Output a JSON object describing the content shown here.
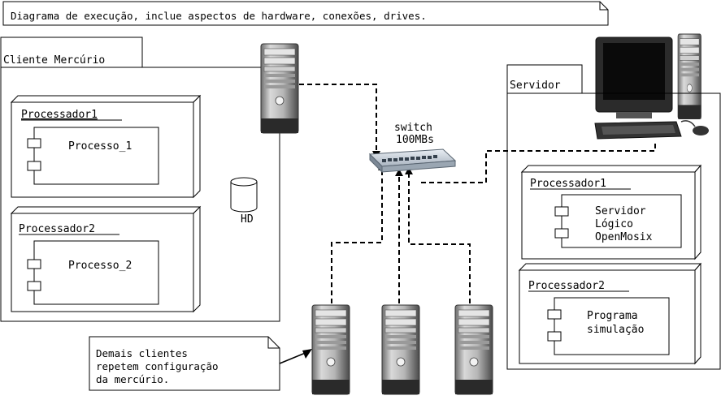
{
  "diagram": {
    "note_top": "Diagrama de execução, inclue aspectos de hardware, conexões, drives.",
    "client": {
      "title": "Cliente Mercúrio",
      "proc1": {
        "label": "Processador1",
        "component": "Processo_1"
      },
      "proc2": {
        "label": "Processador2",
        "component": "Processo_2"
      },
      "disk_label": "HD"
    },
    "switch": {
      "line1": "switch",
      "line2": "100MBs"
    },
    "server": {
      "title": "Servidor",
      "proc1": {
        "label": "Processador1",
        "component": [
          "Servidor",
          "Lógico",
          "OpenMosix"
        ]
      },
      "proc2": {
        "label": "Processador2",
        "component": [
          "Programa",
          "simulação"
        ]
      }
    },
    "note_bottom": [
      "Demais clientes",
      "repetem configuração",
      "da mercúrio."
    ]
  }
}
